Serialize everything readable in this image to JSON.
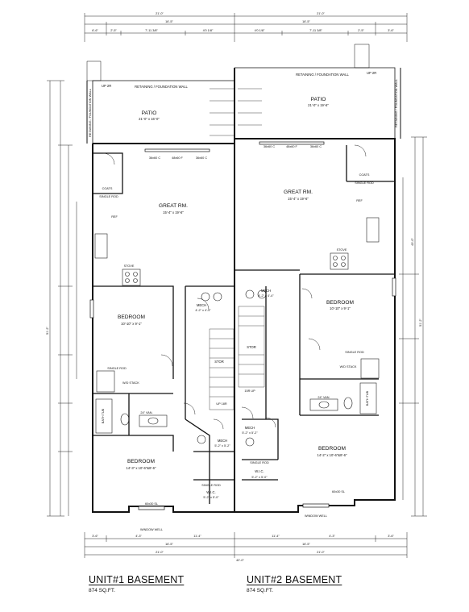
{
  "captions": {
    "unit1": {
      "title": "UNIT#1 BASEMENT",
      "area": "874 SQ.FT."
    },
    "unit2": {
      "title": "UNIT#2 BASEMENT",
      "area": "874 SQ.FT."
    }
  },
  "dims": {
    "top_overall_1": "21'-0\"",
    "top_overall_2": "21'-0\"",
    "top_mid_1": "16'-5\"",
    "top_mid_2": "16'-5\"",
    "top_seg": [
      "6'-6\"",
      "2'-5\"",
      "7'-11 3/8\"",
      "4'0 1/8\"",
      "4'0 1/8\"",
      "7'-11 3/8\"",
      "2'-5\"",
      "3'-6\""
    ],
    "bot_overall": "42'-0\"",
    "bot_half_1": "21'-0\"",
    "bot_half_2": "21'-0\"",
    "bot_mid_1": "16'-5\"",
    "bot_mid_2": "16'-5\"",
    "bot_seg": [
      "3'-6\"",
      "4'-3\"",
      "11'-4\"",
      "11'-4\"",
      "4'-3\"",
      "3'-6\""
    ],
    "left_overall": "51'-2\"",
    "right_overall": "51'-2\"",
    "right_outer": "43'-0\""
  },
  "unit1": {
    "patio": {
      "name": "PATIO",
      "size": "21'-0\" x 16'-0\""
    },
    "retaining": "RETAINING / FOUNDATION WALL",
    "retaining_side": "RETAINING / FOUNDATION WALL",
    "up": "UP 2R",
    "windows": [
      "36x60 C",
      "48x60 F",
      "36x60 C"
    ],
    "coats": "COATS",
    "single_rod": "SINGLE ROD",
    "great_rm": {
      "name": "GREAT RM.",
      "size": "15'-4\" x 19'-6\""
    },
    "ref": "REF",
    "stove": "STOVE",
    "bedroom": {
      "name": "BEDROOM",
      "size": "10'-10\" x 9'-1\""
    },
    "bed_rod": "SINGLE ROD",
    "wd_stack": "W/D STACK",
    "vanity": "24\" VAN.",
    "bath_tub": "BATH TUB",
    "mech_top": {
      "name": "MECH",
      "size": "4'-2\" x 4'-4\""
    },
    "stor": "STOR",
    "up_18r": "UP 18R",
    "mech": {
      "name": "MECH",
      "size": "5'-2\" x 5'-2\""
    },
    "bedroom2": {
      "name": "BEDROOM",
      "size": "14'-3\" x 10'-6\"&8'-6\""
    },
    "wic": {
      "name": "W.I.C.",
      "size": "5'-2\" x 5'-0\""
    },
    "wic_rod": "SINGLE ROD",
    "win_low": "60x30 SL",
    "window_well": "WINDOW WELL"
  },
  "unit2": {
    "patio": {
      "name": "PATIO",
      "size": "21'-0\" x 19'-6\""
    },
    "retaining": "RETAINING / FOUNDATION WALL",
    "retaining_side": "RETAINING / FOUNDATION WALL",
    "up": "UP 2R",
    "windows": [
      "36x60 C",
      "48x60 F",
      "36x60 C"
    ],
    "coats": "COATS",
    "single_rod": "SINGLE ROD",
    "great_rm": {
      "name": "GREAT RM.",
      "size": "15'-4\" x 19'-6\""
    },
    "ref": "REF",
    "stove": "STOVE",
    "mech_top": {
      "name": "MECH",
      "size": "4'-2\" x 4'-4\""
    },
    "bedroom": {
      "name": "BEDROOM",
      "size": "10'-10\" x 9'-1\""
    },
    "bed_rod": "SINGLE ROD",
    "wd_stack": "W/D STACK",
    "vanity": "24\" VAN.",
    "bath_tub": "BATH TUB",
    "stor": "STOR",
    "up_18r": "15R UP",
    "mech": {
      "name": "MECH",
      "size": "5'-2\" x 5'-2\""
    },
    "bedroom2": {
      "name": "BEDROOM",
      "size": "14'-2\" x 10'-6\"&8'-6\""
    },
    "wic": {
      "name": "W.I.C.",
      "size": "5'-2\" x 5'-0\""
    },
    "wic_rod": "SINGLE ROD",
    "win_low": "60x30 SL",
    "window_well": "WINDOW WELL"
  }
}
